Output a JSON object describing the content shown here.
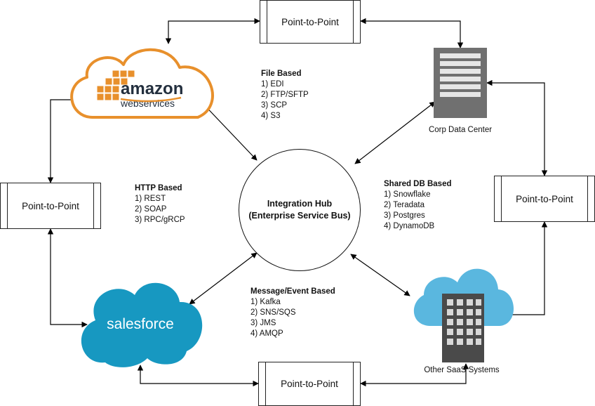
{
  "hub": {
    "line1": "Integration Hub",
    "line2": "(Enterprise Service Bus)"
  },
  "p2p": {
    "top": "Point-to-Point",
    "left": "Point-to-Point",
    "right": "Point-to-Point",
    "bottom": "Point-to-Point"
  },
  "nodes": {
    "aws": {
      "wordmark": "amazon",
      "subtitle": "webservices"
    },
    "salesforce": {
      "wordmark": "salesforce"
    },
    "corp": {
      "caption": "Corp Data Center"
    },
    "saas": {
      "caption": "Other SaaS Systems"
    }
  },
  "notes": {
    "file": {
      "title": "File Based",
      "items": [
        "1) EDI",
        "2) FTP/SFTP",
        "3) SCP",
        "4) S3"
      ]
    },
    "http": {
      "title": "HTTP Based",
      "items": [
        "1) REST",
        "2) SOAP",
        "3) RPC/gRCP"
      ]
    },
    "shared": {
      "title": "Shared DB Based",
      "items": [
        "1) Snowflake",
        "2) Teradata",
        "3) Postgres",
        "4) DynamoDB"
      ]
    },
    "message": {
      "title": "Message/Event Based",
      "items": [
        "1) Kafka",
        "2) SNS/SQS",
        "3) JMS",
        "4) AMQP"
      ]
    }
  },
  "colors": {
    "aws_orange": "#E8902C",
    "aws_text": "#232F3E",
    "salesforce_blue": "#1798C1",
    "cloud_blue": "#5AB7DF",
    "building_gray": "#6E6E6E"
  }
}
